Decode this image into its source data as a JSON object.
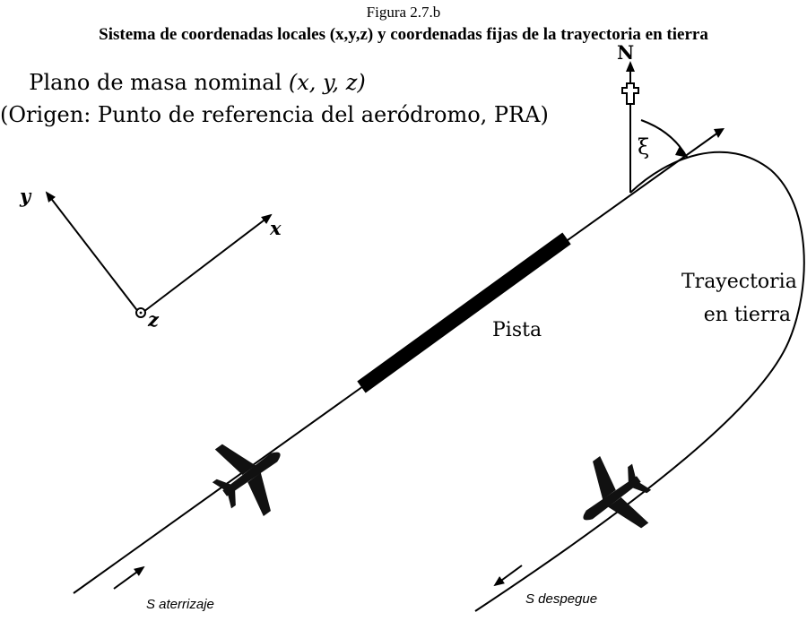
{
  "figure": {
    "number": "Figura 2.7.b",
    "title": "Sistema de coordenadas locales (x,y,z) y coordenadas fijas de la trayectoria en tierra"
  },
  "plane_title": {
    "line1_text": "Plano de masa nominal",
    "line1_vars": "(x, y, z)",
    "line2": "(Origen: Punto de referencia del aeródromo, PRA)"
  },
  "axes": {
    "x": "x",
    "y": "y",
    "z": "z"
  },
  "labels": {
    "north": "N",
    "xi": "ξ",
    "runway": "Pista",
    "ground_track_line1": "Trayectoria",
    "ground_track_line2": "en tierra",
    "s_landing": "S aterrizaje",
    "s_takeoff": "S despegue"
  }
}
